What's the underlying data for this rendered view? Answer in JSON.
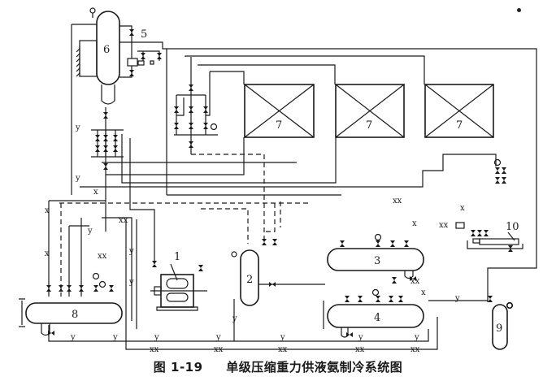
{
  "caption": {
    "figure_no": "图 1-19",
    "title": "单级压缩重力供液氨制冷系统图"
  },
  "components": [
    {
      "id": "1",
      "name": "compressor"
    },
    {
      "id": "2",
      "name": "oil-separator"
    },
    {
      "id": "3",
      "name": "condenser"
    },
    {
      "id": "4",
      "name": "high-pressure-receiver"
    },
    {
      "id": "5",
      "name": "float-valve"
    },
    {
      "id": "6",
      "name": "liquid-separator"
    },
    {
      "id": "7",
      "name": "evaporator"
    },
    {
      "id": "8",
      "name": "low-pressure-receiver"
    },
    {
      "id": "9",
      "name": "air-separator-vessel"
    },
    {
      "id": "10",
      "name": "air-separator"
    }
  ],
  "labels": {
    "c1": "1",
    "c2": "2",
    "c3": "3",
    "c4": "4",
    "c5": "5",
    "c6": "6",
    "c7a": "7",
    "c7b": "7",
    "c7c": "7",
    "c8": "8",
    "c9": "9",
    "c10": "10"
  },
  "pipe_markers": {
    "x": "x",
    "y": "y",
    "xx": "xx"
  }
}
